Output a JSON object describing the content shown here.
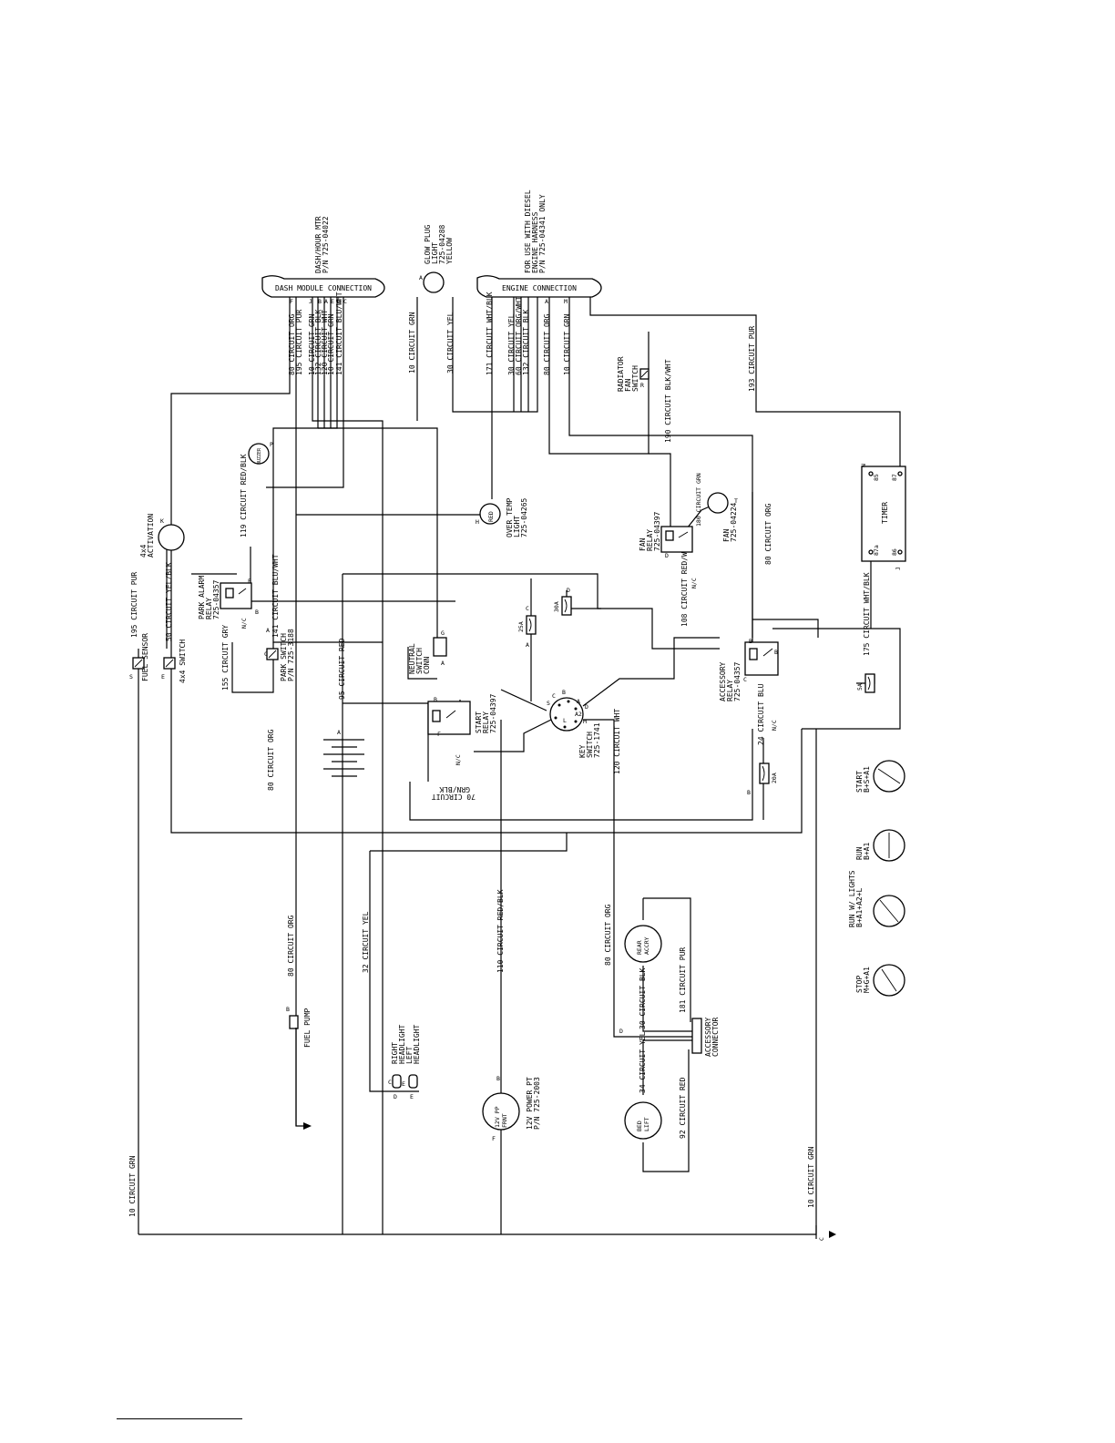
{
  "connectors": {
    "dash": {
      "title": "DASH MODULE CONNECTION",
      "note_lines": [
        "DASH/HOUR MTR",
        "P/N 725-04022"
      ]
    },
    "engine": {
      "title": "ENGINE CONNECTION",
      "note_lines": [
        "FOR USE WITH DIESEL",
        "ENGINE HARNESS",
        "P/N 725-04341 ONLY"
      ]
    }
  },
  "pins": {
    "dash": [
      "F",
      "J",
      "B",
      "A",
      "E",
      "H",
      "C"
    ],
    "engine": [
      "A",
      "M"
    ]
  },
  "dash_wires": [
    "80 CIRCUIT ORG",
    "195 CIRCUIT PUR",
    "10 CIRCUIT GRN",
    "132 CIRCUIT BLK",
    "120 CIRCUIT WHT",
    "10 CIRCUIT GRN",
    "141 CIRCUIT BLU/WHT"
  ],
  "engine_wires": [
    "171 CIRCUIT WHT/BLK",
    "30 CIRCUIT YEL",
    "60 CIRCUIT ORG/WHT",
    "132 CIRCUIT BLK",
    "80 CIRCUIT ORG",
    "10 CIRCUIT GRN"
  ],
  "wires": {
    "w_10_grn_top": "10 CIRCUIT GRN",
    "w_30_yel": "30 CIRCUIT YEL",
    "w_193_pur": "193 CIRCUIT PUR",
    "w_190_blkwht": "190 CIRCUIT BLK/WHT",
    "w_119": "119 CIRCUIT RED/BLK",
    "w_141": "141 CIRCUIT BLU/WHT",
    "w_195_pur": "195 CIRCUIT PUR",
    "w_50": "50 CIRCUIT YEL/BLK",
    "w_155": "155 CIRCUIT GRY",
    "w_95": "95 CIRCUIT RED",
    "w_80_left": "80 CIRCUIT ORG",
    "w_80_fan": "80 CIRCUIT ORG",
    "w_108": "108 CIRCUIT RED/WHT",
    "w_175": "175 CIRCUIT WHT/BLK",
    "w_120": "120 CIRCUIT WHT",
    "w_24": "24 CIRCUIT BLU",
    "w_70_a": "70 CIRCUIT",
    "w_70_b": "GRN/BLK",
    "w_80_fuel": "80 CIRCUIT ORG",
    "w_32": "32 CIRCUIT YEL",
    "w_110": "110 CIRCUIT RED/BLK",
    "w_80_acc": "80 CIRCUIT ORG",
    "w_30_blk": "30 CIRCUIT BLK",
    "w_181": "181 CIRCUIT PUR",
    "w_34": "34 CIRCUIT YEL",
    "w_92": "92 CIRCUIT RED",
    "w_10_bottom_left": "10 CIRCUIT GRN",
    "w_10_bottom_right": "10 CIRCUIT GRN",
    "w_180": "180 CIRCUIT GRN"
  },
  "components": {
    "glow_plug": {
      "lines": [
        "GLOW PLUG",
        "LIGHT",
        "725-04288",
        "YELLOW"
      ],
      "pin": "A"
    },
    "radiator_switch": {
      "lines": [
        "RADIATOR",
        "FAN",
        "SWITCH"
      ],
      "pin": "R"
    },
    "timer": {
      "label": "TIMER",
      "pins": [
        "N",
        "85",
        "87",
        "87a",
        "86",
        "J"
      ]
    },
    "buzzer": {
      "label": "BUZZER",
      "pin": "P"
    },
    "over_temp": {
      "lines": [
        "OVER TEMP",
        "LIGHT",
        "725-04265"
      ],
      "inner": "RED",
      "pin": "H"
    },
    "fan": {
      "lines": [
        "FAN",
        "725-04224"
      ],
      "pin": "T"
    },
    "fan_relay": {
      "lines": [
        "FAN",
        "RELAY",
        "725-04397"
      ],
      "pin": "D",
      "nc": "N/C"
    },
    "activation_4x4": {
      "lines": [
        "4x4",
        "ACTIVATION"
      ],
      "pin": "K"
    },
    "park_alarm_relay": {
      "lines": [
        "PARK ALARM",
        "RELAY",
        "725-04357"
      ],
      "pins": [
        "E",
        "B"
      ],
      "nc": "N/C"
    },
    "fuse_30a": {
      "label": "30A",
      "pin": "D"
    },
    "fuse_25a": {
      "label": "25A",
      "pins": [
        "A",
        "C"
      ]
    },
    "fuse_5a": {
      "label": "5A"
    },
    "fuse_20a": {
      "label": "20A",
      "pin": "B"
    },
    "neutral_switch": {
      "lines": [
        "NEUTRAL",
        "SWITCH",
        "CONN"
      ],
      "pins": [
        "G",
        "A"
      ]
    },
    "fuel_sensor": {
      "label": "FUEL SENSOR",
      "pin": "S"
    },
    "switch_4x4": {
      "label": "4x4 SWITCH",
      "pin": "E"
    },
    "park_switch": {
      "lines": [
        "PARK SWITCH",
        "P/N 725-3188"
      ],
      "pins": [
        "C",
        "A"
      ]
    },
    "accessory_relay": {
      "lines": [
        "ACCESSORY",
        "RELAY",
        "725-04357"
      ],
      "pins": [
        "C",
        "B",
        "B"
      ],
      "nc": "N/C"
    },
    "start_relay": {
      "lines": [
        "START",
        "RELAY",
        "725-04397"
      ],
      "pins": [
        "B",
        "F"
      ],
      "nc": "N/C"
    },
    "key_switch": {
      "lines": [
        "KEY",
        "SWITCH",
        "725-1741"
      ],
      "pins": [
        "S",
        "C",
        "B",
        "A",
        "L",
        "A2",
        "D",
        "M"
      ]
    },
    "battery": {
      "pin": "A"
    },
    "fuel_pump": {
      "label": "FUEL PUMP",
      "pin": "B"
    },
    "headlights": {
      "lines": [
        "RIGHT",
        "HEADLIGHT",
        "LEFT",
        "HEADLIGHT"
      ],
      "pins": [
        "C",
        "E",
        "D",
        "E"
      ]
    },
    "power_point": {
      "inner": [
        "12V PP",
        "FRNT"
      ],
      "lines": [
        "12V POWER PT",
        "P/N 725-2003"
      ],
      "pins": [
        "B",
        "F"
      ]
    },
    "rear_accy": {
      "inner": [
        "REAR",
        "ACCRY"
      ]
    },
    "bed_lift": {
      "inner": [
        "BED",
        "LIFT"
      ]
    },
    "accessory_connector": {
      "lines": [
        "ACCESSORY",
        "CONNECTOR"
      ],
      "pin": "D"
    }
  },
  "key_positions": [
    {
      "name": "START",
      "combo": "B+S+A1"
    },
    {
      "name": "RUN",
      "combo": "B+A1"
    },
    {
      "name": "RUN W/ LIGHTS",
      "combo": "B+A1+A2+L"
    },
    {
      "name": "STOP",
      "combo": "M+G+A1"
    }
  ],
  "ground_label": "C"
}
